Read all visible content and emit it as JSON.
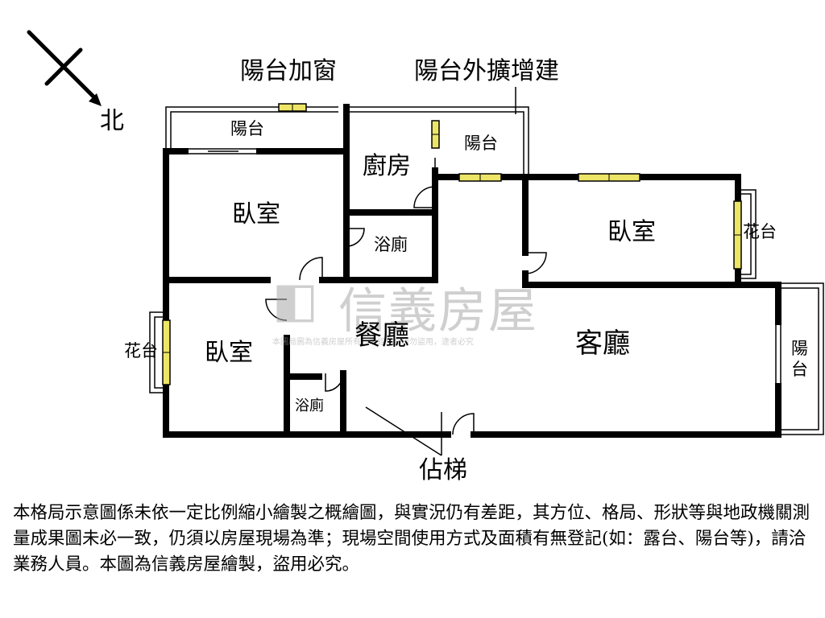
{
  "compass": {
    "north_label": "北",
    "icon": "north-arrow-icon"
  },
  "annotations": {
    "balcony_window": "陽台加窗",
    "balcony_extension": "陽台外擴增建",
    "stairs": "佔梯"
  },
  "rooms": {
    "balcony_top_left": "陽台",
    "kitchen": "廚房",
    "balcony_kitchen": "陽台",
    "bedroom_top_left": "臥室",
    "bathroom_top": "浴廁",
    "bedroom_right": "臥室",
    "planter_right": "花台",
    "planter_left": "花台",
    "bedroom_bottom_left": "臥室",
    "dining": "餐廳",
    "living": "客廳",
    "bathroom_bottom": "浴廁",
    "balcony_right": "陽台"
  },
  "watermark": {
    "brand": "信義房屋",
    "notice": "本圖局圖為信義房屋所有，未經允許請勿盜用，違者必究"
  },
  "disclaimer": "本格局示意圖係未依一定比例縮小繪製之概繪圖，與實況仍有差距，其方位、格局、形狀等與地政機關測量成果圖未必一致，仍須以房屋現場為準；現場空間使用方式及面積有無登記(如：露台、陽台等)，請洽業務人員。本圖為信義房屋繪製，盜用必究。",
  "colors": {
    "wall": "#000000",
    "window_fill": "#ede566",
    "watermark": "#a8a8a8"
  }
}
